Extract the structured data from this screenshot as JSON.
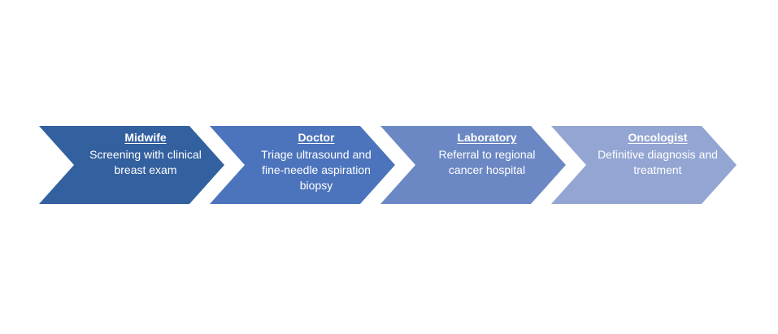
{
  "diagram": {
    "type": "process-flow-chevron",
    "orientation": "left-to-right",
    "background_color": "#FFFFFF",
    "stage_count": 4,
    "stages": [
      {
        "index": 1,
        "title": "Midwife",
        "description": "Screening with clinical breast exam",
        "color": "#33609F"
      },
      {
        "index": 2,
        "title": "Doctor",
        "description": "Triage ultrasound and fine-needle aspiration biopsy",
        "color": "#4C74BC"
      },
      {
        "index": 3,
        "title": "Laboratory",
        "description": "Referral to regional cancer hospital",
        "color": "#6C88C4"
      },
      {
        "index": 4,
        "title": "Oncologist",
        "description": "Definitive diagnosis and treatment",
        "color": "#93A5D2"
      }
    ]
  }
}
